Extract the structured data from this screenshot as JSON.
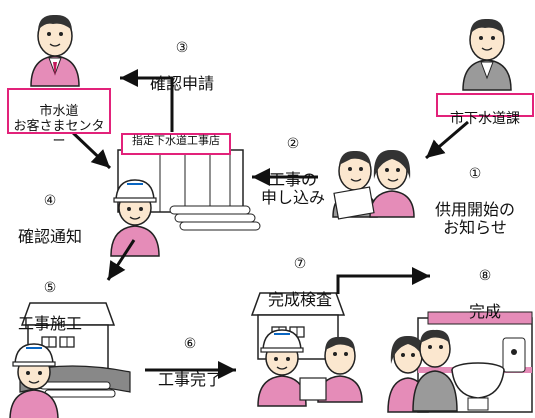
{
  "colors": {
    "accent_border": "#e2227a",
    "suit_pink": "#e58cb8",
    "suit_gray": "#9a9a9a",
    "skin": "#fbe7cf",
    "hair": "#333333",
    "helmet": "#ffffff",
    "arrow": "#111111"
  },
  "actors": {
    "city_office": "市水道\nお客さまセンター",
    "sewer_dept": "市下水道課",
    "contractor": "指定下水道工事店"
  },
  "steps": [
    {
      "num": "①",
      "text": "供用開始の\nお知らせ"
    },
    {
      "num": "②",
      "text": "工事の\n申し込み"
    },
    {
      "num": "③",
      "text": "確認申請"
    },
    {
      "num": "④",
      "text": "確認通知"
    },
    {
      "num": "⑤",
      "text": "工事施工"
    },
    {
      "num": "⑥",
      "text": "工事完了"
    },
    {
      "num": "⑦",
      "text": "完成検査"
    },
    {
      "num": "⑧",
      "text": "完成"
    }
  ],
  "icons": {
    "official": "official-person-icon",
    "worker": "construction-worker-icon",
    "couple": "customer-couple-icon",
    "house": "house-icon",
    "toilet": "toilet-icon"
  }
}
